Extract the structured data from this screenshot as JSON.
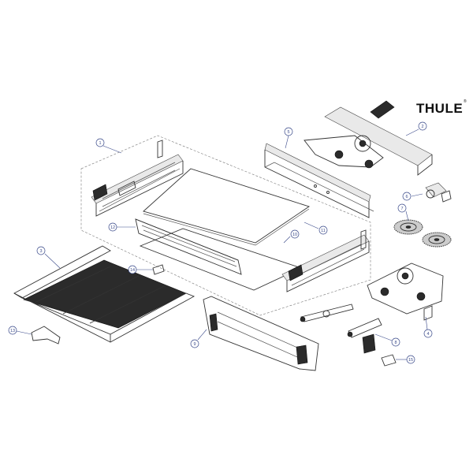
{
  "brand": {
    "logo_text": "THULE",
    "registered_mark": "®"
  },
  "callouts": [
    {
      "id": "c1",
      "label": "1"
    },
    {
      "id": "c2",
      "label": "2"
    },
    {
      "id": "c3",
      "label": "3"
    },
    {
      "id": "c4",
      "label": "4"
    },
    {
      "id": "c5",
      "label": "5"
    },
    {
      "id": "c6",
      "label": "6"
    },
    {
      "id": "c7",
      "label": "7"
    },
    {
      "id": "c8",
      "label": "8"
    },
    {
      "id": "c9",
      "label": "9"
    },
    {
      "id": "c10",
      "label": "10"
    },
    {
      "id": "c11",
      "label": "11"
    },
    {
      "id": "c12",
      "label": "12"
    },
    {
      "id": "c13",
      "label": "13"
    },
    {
      "id": "c14",
      "label": "14"
    },
    {
      "id": "c15",
      "label": "15"
    }
  ]
}
